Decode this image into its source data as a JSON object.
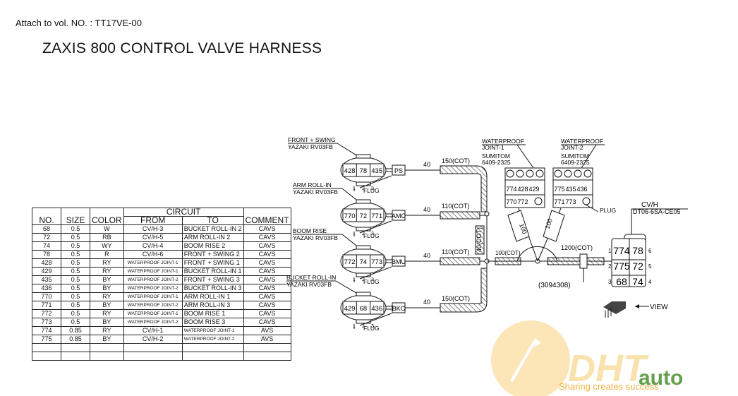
{
  "header": {
    "attach": "Attach to vol. NO. : TT17VE-00",
    "title": "ZAXIS 800 CONTROL VALVE HARNESS"
  },
  "table": {
    "headers": {
      "no": "NO.",
      "size": "SIZE",
      "color": "COLOR",
      "circuit": "CIRCUIT",
      "from": "FROM",
      "to": "TO",
      "comment": "COMMENT"
    },
    "rows": [
      {
        "no": "68",
        "size": "0.5",
        "color": "W",
        "from": "CV/H-3",
        "to": "BUCKET ROLL-IN 2",
        "comment": "CAVS"
      },
      {
        "no": "72",
        "size": "0.5",
        "color": "RB",
        "from": "CV/H-5",
        "to": "ARM ROLL-IN 2",
        "comment": "CAVS"
      },
      {
        "no": "74",
        "size": "0.5",
        "color": "WY",
        "from": "CV/H-4",
        "to": "BOOM RISE 2",
        "comment": "CAVS"
      },
      {
        "no": "78",
        "size": "0.5",
        "color": "R",
        "from": "CV/H-6",
        "to": "FRONT + SWING 2",
        "comment": "CAVS"
      },
      {
        "no": "428",
        "size": "0.5",
        "color": "RY",
        "from": "WATERPROOF JOINT-1",
        "to": "FRONT + SWING 1",
        "comment": "CAVS"
      },
      {
        "no": "429",
        "size": "0.5",
        "color": "RY",
        "from": "WATERPROOF JOINT-1",
        "to": "BUCKET ROLL-IN 1",
        "comment": "CAVS"
      },
      {
        "no": "435",
        "size": "0.5",
        "color": "BY",
        "from": "WATERPROOF JOINT-2",
        "to": "FRONT + SWING 3",
        "comment": "CAVS"
      },
      {
        "no": "436",
        "size": "0.5",
        "color": "BY",
        "from": "WATERPROOF JOINT-2",
        "to": "BUCKET ROLL-IN 3",
        "comment": "CAVS"
      },
      {
        "no": "770",
        "size": "0.5",
        "color": "RY",
        "from": "WATERPROOF JOINT-1",
        "to": "ARM ROLL-IN 1",
        "comment": "CAVS"
      },
      {
        "no": "771",
        "size": "0.5",
        "color": "BY",
        "from": "WATERPROOF JOINT-2",
        "to": "ARM ROLL-IN 3",
        "comment": "CAVS"
      },
      {
        "no": "772",
        "size": "0.5",
        "color": "RY",
        "from": "WATERPROOF JOINT-1",
        "to": "BOOM RISE 1",
        "comment": "CAVS"
      },
      {
        "no": "773",
        "size": "0.5",
        "color": "BY",
        "from": "WATERPROOF JOINT-2",
        "to": "BOOM RISE 3",
        "comment": "CAVS"
      },
      {
        "no": "774",
        "size": "0.85",
        "color": "RY",
        "from": "CV/H-1",
        "to": "WATERPROOF JOINT-1",
        "comment": "AVS"
      },
      {
        "no": "775",
        "size": "0.85",
        "color": "BY",
        "from": "CV/H-2",
        "to": "WATERPROOF JOINT-2",
        "comment": "AVS"
      },
      {
        "no": "",
        "size": "",
        "color": "",
        "from": "",
        "to": "",
        "comment": ""
      },
      {
        "no": "",
        "size": "",
        "color": "",
        "from": "",
        "to": "",
        "comment": ""
      }
    ]
  },
  "diagram": {
    "connectors": [
      {
        "name": "FRONT + SWING",
        "part": "YAZAKI RV03FB",
        "pins": [
          "428",
          "78",
          "435"
        ],
        "tag": "PS",
        "length": "40",
        "tube": "150(COT)"
      },
      {
        "name": "ARM ROLL-IN",
        "part": "YAZAKI RV03FB",
        "pins": [
          "770",
          "72",
          "771"
        ],
        "tag": "AMC",
        "length": "40",
        "tube": "110(COT)"
      },
      {
        "name": "BOOM RISE",
        "part": "YAZAKI RV03FB",
        "pins": [
          "772",
          "74",
          "773"
        ],
        "tag": "BMU",
        "length": "40",
        "tube": "110(COT)"
      },
      {
        "name": "BUCKET ROLL-IN",
        "part": "YAZAKI RV03FB",
        "pins": [
          "429",
          "68",
          "436"
        ],
        "tag": "BKC",
        "length": "40",
        "tube": "150(COT)"
      }
    ],
    "pin_numbers": [
      "1",
      "2",
      "3"
    ],
    "plug": "FLUG",
    "joints": [
      {
        "name": "WATERPROOF\nJOINT-1",
        "maker": "SUMITOM",
        "part": "6409-2325",
        "row": [
          "774",
          "428",
          "429"
        ],
        "row2": [
          "770",
          "772"
        ]
      },
      {
        "name": "WATERPROOF\nJOINT-2",
        "maker": "SUMITOM",
        "part": "6409-2325",
        "row": [
          "775",
          "435",
          "436"
        ],
        "row2": [
          "771",
          "773"
        ]
      }
    ],
    "joint2_plug": "PLUG",
    "vertical_tube": "40(COT)",
    "branch_100a": "100(COT)",
    "branch_100b": "100",
    "branch_100c": "100",
    "main_tube": "1200(COT)",
    "part_no": "(3094308)",
    "cvh": {
      "name": "CV/H",
      "part": "DT06-6SA-CE05",
      "pins": [
        [
          "774",
          "78"
        ],
        [
          "775",
          "72"
        ],
        [
          "68",
          "74"
        ]
      ],
      "left_nums": [
        "1",
        "2",
        "3"
      ],
      "right_nums": [
        "6",
        "5",
        "4"
      ]
    },
    "view_label": "VIEW"
  },
  "watermark": {
    "brand": "DHT",
    "brand2": "auto",
    "slogan": "Sharing creates success"
  },
  "colors": {
    "line": "#111111",
    "watermark_orange": "#f2a21c",
    "watermark_green": "#3f8a2c"
  }
}
